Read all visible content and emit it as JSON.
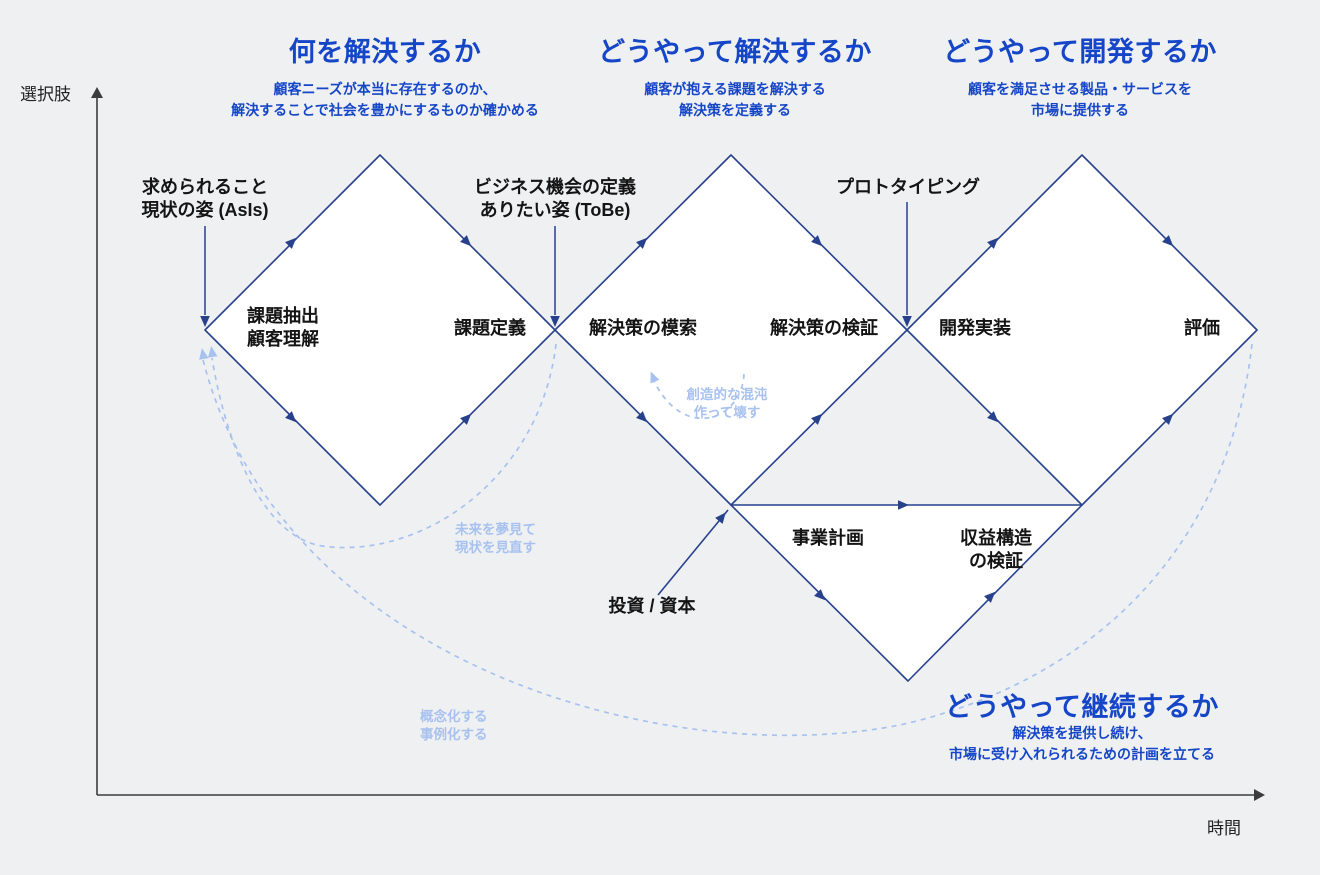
{
  "colors": {
    "background": "#eff0f2",
    "diamond_stroke": "#27418d",
    "accent_blue": "#1646c8",
    "light_blue": "#a8c2f0",
    "text": "#141414"
  },
  "axes": {
    "y_label": "選択肢",
    "x_label": "時間"
  },
  "phases": [
    {
      "title": "何を解決するか",
      "subtitle": [
        "顧客ニーズが本当に存在するのか、",
        "解決することで社会を豊かにするものか確かめる"
      ]
    },
    {
      "title": "どうやって解決するか",
      "subtitle": [
        "顧客が抱える課題を解決する",
        "解決策を定義する"
      ]
    },
    {
      "title": "どうやって開発するか",
      "subtitle": [
        "顧客を満足させる製品・サービスを",
        "市場に提供する"
      ]
    },
    {
      "title": "どうやって継続するか",
      "subtitle": [
        "解決策を提供し続け、",
        "市場に受け入れられるための計画を立てる"
      ]
    }
  ],
  "milestones": [
    {
      "lines": [
        "求められること",
        "現状の姿 (AsIs)"
      ]
    },
    {
      "lines": [
        "ビジネス機会の定義",
        "ありたい姿 (ToBe)"
      ]
    },
    {
      "lines": [
        "プロトタイピング"
      ]
    }
  ],
  "stages": {
    "discover": [
      "課題抽出",
      "顧客理解"
    ],
    "define": "課題定義",
    "explore": "解決策の模索",
    "validate": "解決策の検証",
    "implement": "開発実装",
    "evaluate": "評価",
    "business_plan": "事業計画",
    "revenue": [
      "収益構造",
      "の検証"
    ],
    "investment": "投資 / 資本"
  },
  "loops": {
    "revisit": [
      "未来を夢見て",
      "現状を見直す"
    ],
    "chaos": [
      "創造的な混沌",
      "作って壊す"
    ],
    "conceptualize": [
      "概念化する",
      "事例化する"
    ]
  }
}
